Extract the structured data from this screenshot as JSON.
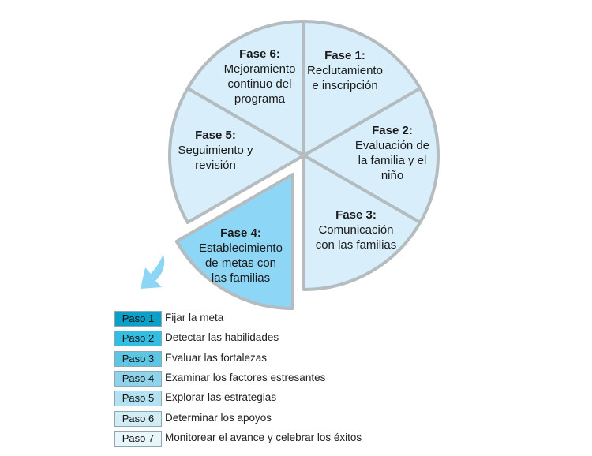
{
  "colors": {
    "segment_fill": "#d8effb",
    "highlight_fill": "#8ed6f6",
    "outline": "#b5bcbf",
    "arrow": "#8ed6f6"
  },
  "phases": [
    {
      "title": "Fase 1:",
      "lines": [
        "Reclutamiento",
        "e inscripción"
      ]
    },
    {
      "title": "Fase 2:",
      "lines": [
        "Evaluación de",
        "la familia y el",
        "niño"
      ]
    },
    {
      "title": "Fase 3:",
      "lines": [
        "Comunicación",
        "con las familias"
      ]
    },
    {
      "title": "Fase 4:",
      "lines": [
        "Establecimiento",
        "de metas con",
        "las familias"
      ]
    },
    {
      "title": "Fase 5:",
      "lines": [
        "Seguimiento y",
        "revisión"
      ]
    },
    {
      "title": "Fase 6:",
      "lines": [
        "Mejoramiento",
        "continuo del",
        "programa"
      ]
    }
  ],
  "steps": [
    {
      "label": "Paso 1",
      "text": "Fijar la meta",
      "color": "#0aa0c8"
    },
    {
      "label": "Paso 2",
      "text": "Detectar las habilidades",
      "color": "#33bde0"
    },
    {
      "label": "Paso 3",
      "text": "Evaluar las fortalezas",
      "color": "#5dc6e3"
    },
    {
      "label": "Paso 4",
      "text": "Examinar los factores estresantes",
      "color": "#8fd3ea"
    },
    {
      "label": "Paso 5",
      "text": "Explorar las estrategias",
      "color": "#b3e1f1"
    },
    {
      "label": "Paso 6",
      "text": "Determinar los apoyos",
      "color": "#d2ecf6"
    },
    {
      "label": "Paso 7",
      "text": "Monitorear el avance y celebrar los éxitos",
      "color": "#e8f5fb"
    }
  ]
}
